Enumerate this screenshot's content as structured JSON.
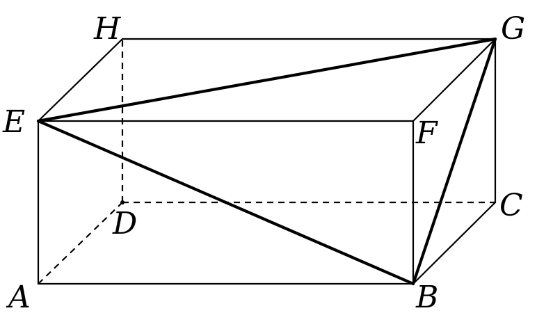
{
  "labels": {
    "A": "A",
    "B": "B",
    "C": "C",
    "D": "D",
    "E": "E",
    "F": "F",
    "G": "G",
    "H": "H"
  },
  "colors": {
    "stroke": "#000000",
    "background": "#ffffff"
  }
}
